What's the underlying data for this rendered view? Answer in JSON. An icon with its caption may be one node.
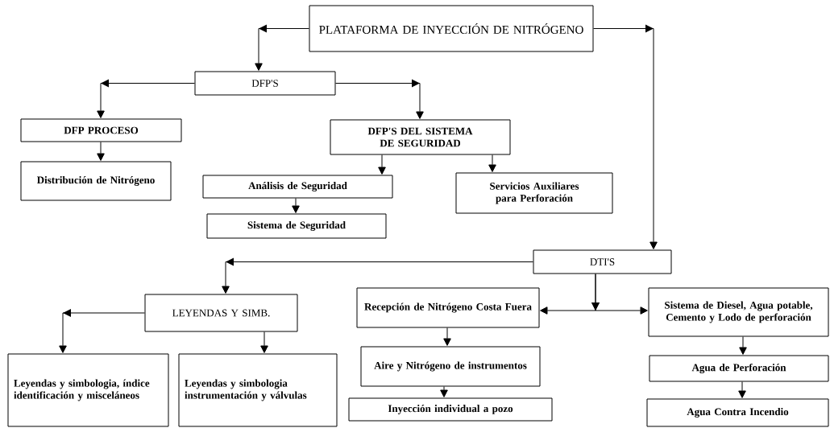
{
  "diagram": {
    "nodes": [
      {
        "text": [
          "PLATAFORMA DE INYECCIÓN DE NITRÓGENO"
        ]
      },
      {
        "text": [
          "DFP'S"
        ]
      },
      {
        "text": [
          "DFP PROCESO"
        ]
      },
      {
        "text": [
          "Distribución de Nitrógeno"
        ]
      },
      {
        "text": [
          "DFP'S DEL SISTEMA DE SEGURIDAD"
        ]
      },
      {
        "text": [
          "Análisis de Seguridad"
        ]
      },
      {
        "text": [
          "Sistema de Seguridad"
        ]
      },
      {
        "text": [
          "Servicios Auxiliares para Perforación"
        ]
      },
      {
        "text": [
          "DTI'S"
        ]
      },
      {
        "text": [
          "LEYENDAS Y SIMB."
        ]
      },
      {
        "text": [
          "Leyendas y simbologia, índice identificación y misceláneos"
        ]
      },
      {
        "text": [
          "Leyendas y simbologia instrumentación y válvulas"
        ]
      },
      {
        "text": [
          "Recepción de Nitrógeno Costa Fuera"
        ]
      },
      {
        "text": [
          "Aire y Nitrógeno de instrumentos"
        ]
      },
      {
        "text": [
          "Inyección individual a pozo"
        ]
      },
      {
        "text": [
          "Sistema de Diesel, Agua potable, Cemento y Lodo de perforación"
        ]
      },
      {
        "text": [
          "Agua de Perforación"
        ]
      },
      {
        "text": [
          "Agua Contra Incendio"
        ]
      }
    ],
    "edges": [
      {
        "from": 0,
        "to": 1,
        "arrow": "to"
      },
      {
        "from": 0,
        "to": 8,
        "arrow": "to"
      },
      {
        "from": 1,
        "to": 2,
        "arrow": "to"
      },
      {
        "from": 1,
        "to": 4,
        "arrow": "to"
      },
      {
        "from": 2,
        "to": 3,
        "arrow": "to"
      },
      {
        "from": 4,
        "to": 5,
        "arrow": "to"
      },
      {
        "from": 4,
        "to": 7,
        "arrow": "to"
      },
      {
        "from": 5,
        "to": 6,
        "arrow": "to"
      },
      {
        "from": 8,
        "to": 9,
        "arrow": "to"
      },
      {
        "from": 9,
        "to": 10,
        "arrow": "to"
      },
      {
        "from": 9,
        "to": 11,
        "arrow": "to"
      },
      {
        "from": 8,
        "to": 12,
        "arrow": "to"
      },
      {
        "from": 8,
        "to": 15,
        "arrow": "to"
      },
      {
        "from": 12,
        "to": 13,
        "arrow": "to"
      },
      {
        "from": 13,
        "to": 14,
        "arrow": "to"
      },
      {
        "from": 15,
        "to": 16,
        "arrow": "to"
      },
      {
        "from": 16,
        "to": 17,
        "arrow": "to"
      }
    ]
  }
}
